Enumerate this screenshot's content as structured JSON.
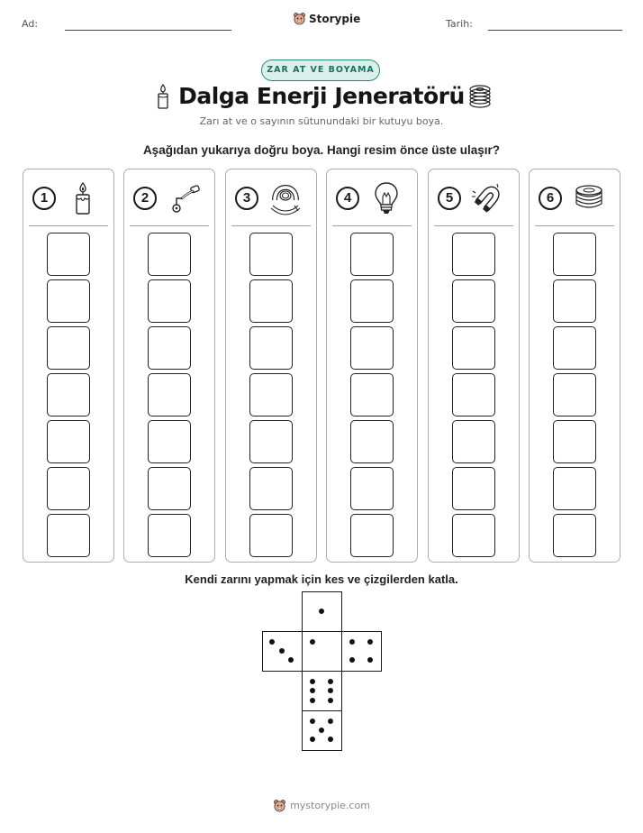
{
  "header": {
    "name_label": "Ad:",
    "date_label": "Tarih:",
    "brand": "Storypie"
  },
  "badge": "ZAR AT VE BOYAMA",
  "title": "Dalga Enerji Jeneratörü",
  "subtitle": "Zarı at ve o sayının sütunundaki bir kutuyu boya.",
  "instruction": "Aşağıdan yukarıya doğru boya. Hangi resim önce üste ulaşır?",
  "columns": [
    {
      "number": "1",
      "icon": "candle-icon",
      "boxes": 7
    },
    {
      "number": "2",
      "icon": "crank-handle-icon",
      "boxes": 7
    },
    {
      "number": "3",
      "icon": "magnet-coil-icon",
      "boxes": 7
    },
    {
      "number": "4",
      "icon": "light-bulb-icon",
      "boxes": 7
    },
    {
      "number": "5",
      "icon": "horseshoe-magnet-icon",
      "boxes": 7
    },
    {
      "number": "6",
      "icon": "copper-coil-icon",
      "boxes": 7
    }
  ],
  "dice_instruction": "Kendi zarını yapmak için kes ve çizgilerden katla.",
  "dice_faces": [
    1,
    3,
    1,
    4,
    6,
    5
  ],
  "footer": "mystorypie.com"
}
